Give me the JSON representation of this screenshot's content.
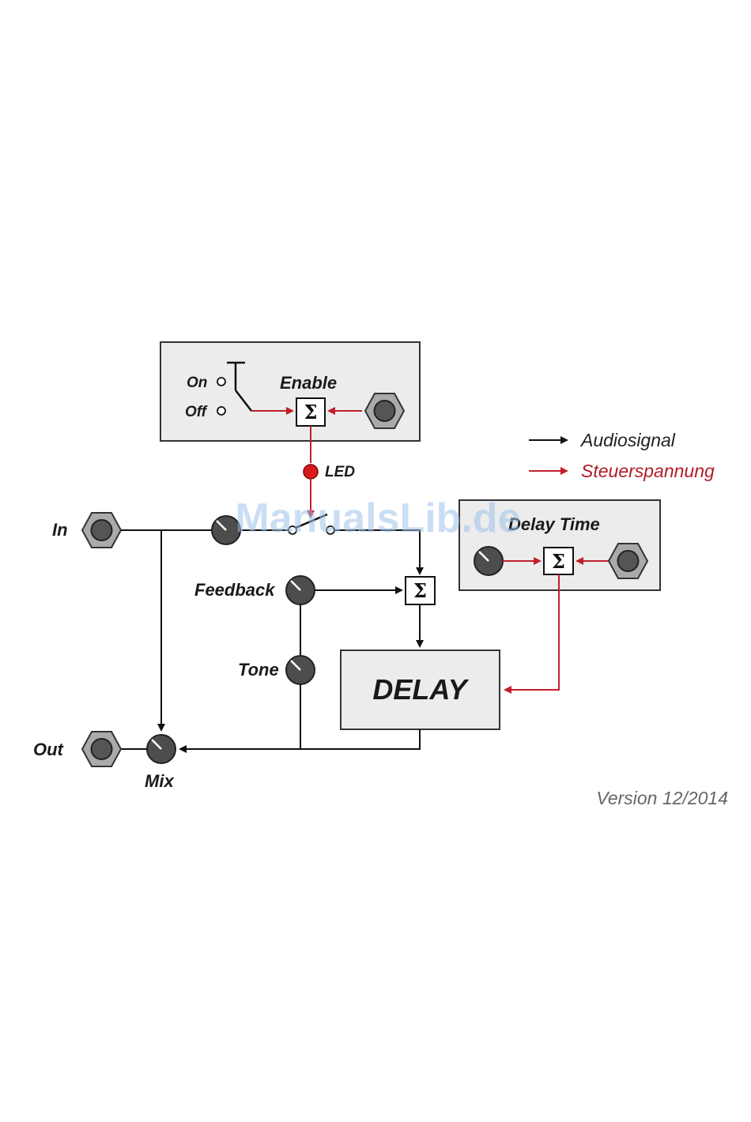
{
  "enable_panel": {
    "title": "Enable",
    "on_label": "On",
    "off_label": "Off",
    "sum_symbol": "Σ"
  },
  "led_label": "LED",
  "legend": {
    "audio": "Audiosignal",
    "control": "Steuerspannung"
  },
  "delay_time_panel": {
    "title": "Delay Time",
    "sum_symbol": "Σ"
  },
  "labels": {
    "in": "In",
    "out": "Out",
    "feedback": "Feedback",
    "tone": "Tone",
    "mix": "Mix"
  },
  "feedback_sum_symbol": "Σ",
  "delay_block": "DELAY",
  "version": "Version 12/2014",
  "watermark": "ManualsLib.de",
  "colors": {
    "audio": "#111111",
    "control": "#c0202a",
    "led": "#d81a1a",
    "panel": "#ececec"
  }
}
